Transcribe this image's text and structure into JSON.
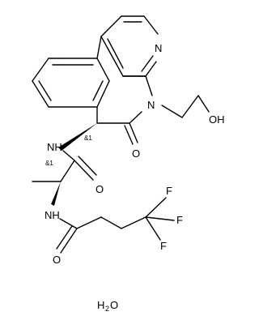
{
  "molecule": {
    "atoms": {
      "pyridine_n": "N",
      "lactam_n": "N",
      "lactam_o": "O",
      "hydroxyl": "OH",
      "amide_nh_1": "NH",
      "amide_o_1": "O",
      "amide_nh_2": "NH",
      "amide_o_2": "O",
      "fluorine_1": "F",
      "fluorine_2": "F",
      "fluorine_3": "F"
    },
    "stereo_labels": {
      "ring_center": "&1",
      "alanine_center": "&1"
    }
  },
  "hydrate": {
    "h": "H",
    "count": "2",
    "o": "O"
  }
}
